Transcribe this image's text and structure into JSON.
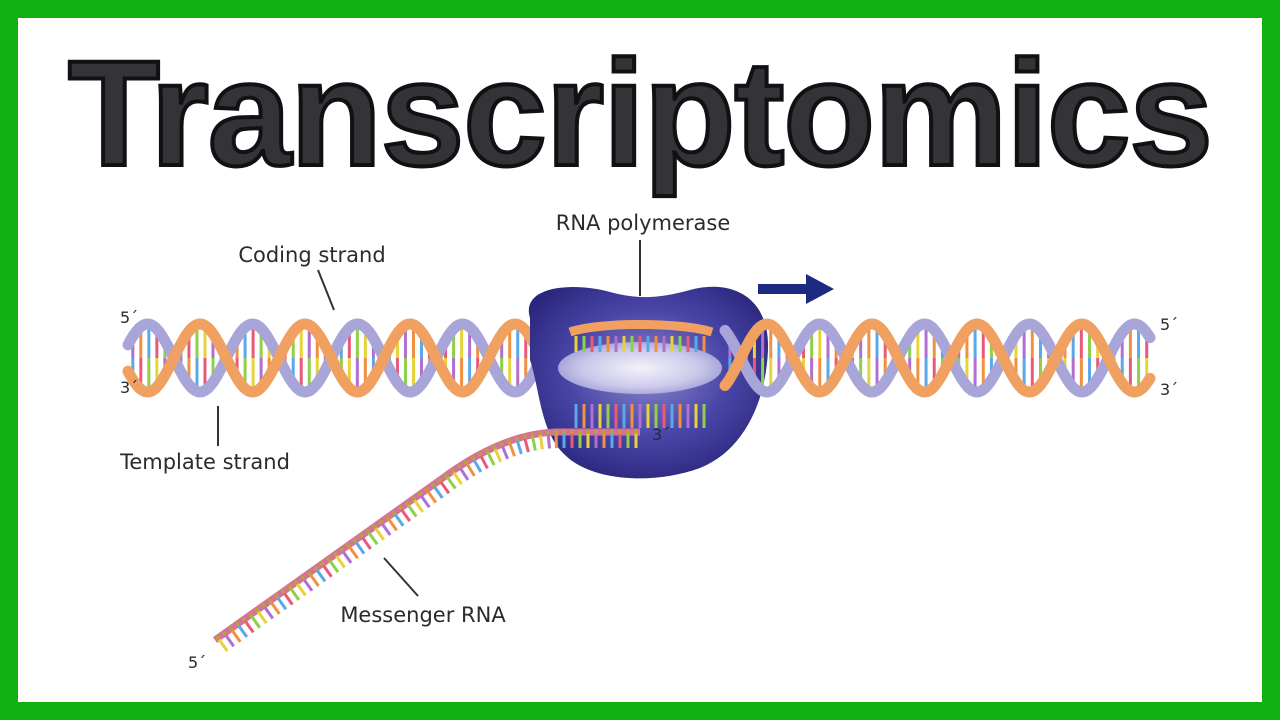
{
  "title": "Transcriptomics",
  "labels": {
    "rna_polymerase": "RNA polymerase",
    "coding_strand": "Coding strand",
    "template_strand": "Template strand",
    "messenger_rna": "Messenger RNA",
    "left_top_end": "5´",
    "left_bottom_end": "3´",
    "right_top_end": "5´",
    "right_bottom_end": "3´",
    "mrna_3_end": "3´",
    "mrna_5_end": "5´"
  },
  "colors": {
    "border": "#10b010",
    "title": "#333338",
    "coding_strand": "#f0a060",
    "template_strand": "#a8a6d8",
    "polymerase": "#34308c",
    "arrow": "#1c2a80",
    "mrna": "#d8709a"
  }
}
